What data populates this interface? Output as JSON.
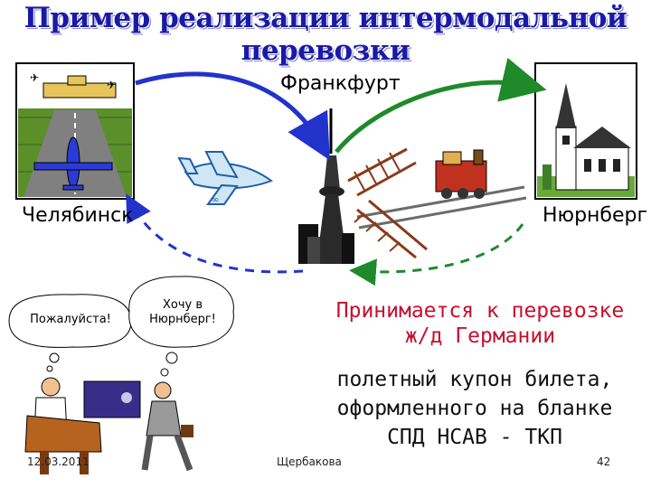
{
  "title": "Пример реализации интермодальной перевозки",
  "cities": {
    "frankfurt": "Франкфурт",
    "chelyabinsk": "Челябинск",
    "nuremberg": "Нюрнберг"
  },
  "bubbles": {
    "agent": "Пожалуйста!",
    "traveler_line1": "Хочу в",
    "traveler_line2": "Нюрнберг!"
  },
  "info": {
    "red_line1": "Принимается к перевозке",
    "red_line2": "ж/д Германии",
    "black_line1": "полетный купон билета,",
    "black_line2": "оформленного на бланке",
    "black_line3": "СПД НСАВ - ТКП"
  },
  "footer": {
    "date": "12.03.2011",
    "author": "Щербакова",
    "page_number": "42"
  },
  "colors": {
    "title": "#1a1aa6",
    "flight_arrow": "#2233cc",
    "rail_arrow": "#1e8a2a",
    "accent_red": "#c6102e"
  }
}
